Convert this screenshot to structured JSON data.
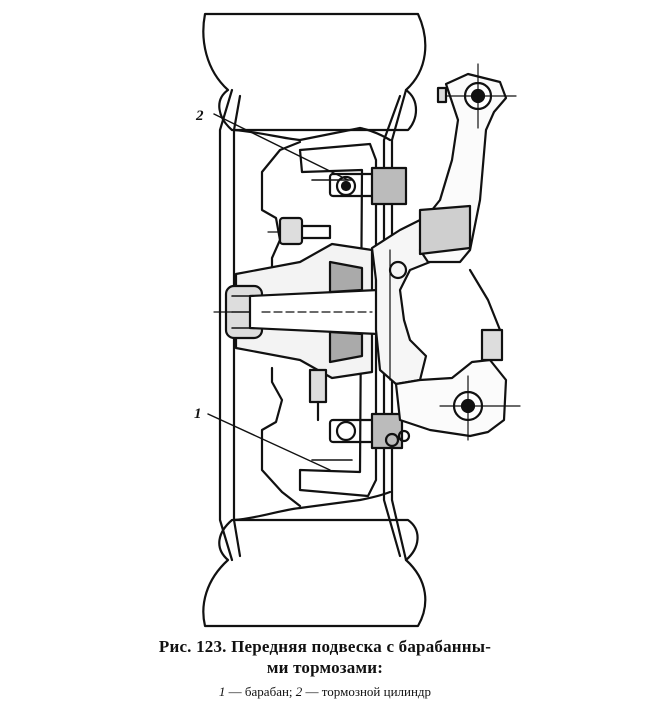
{
  "figure": {
    "labels": {
      "drum": "1",
      "cylinder": "2"
    }
  },
  "caption": {
    "prefix": "Рис. 123.",
    "line1": "Передняя подвеска с барабанны-",
    "line2": "ми тормозами:",
    "legend": [
      {
        "num": "1",
        "text": "— барабан;"
      },
      {
        "num": "2",
        "text": "— тормозной цилиндр"
      }
    ]
  }
}
